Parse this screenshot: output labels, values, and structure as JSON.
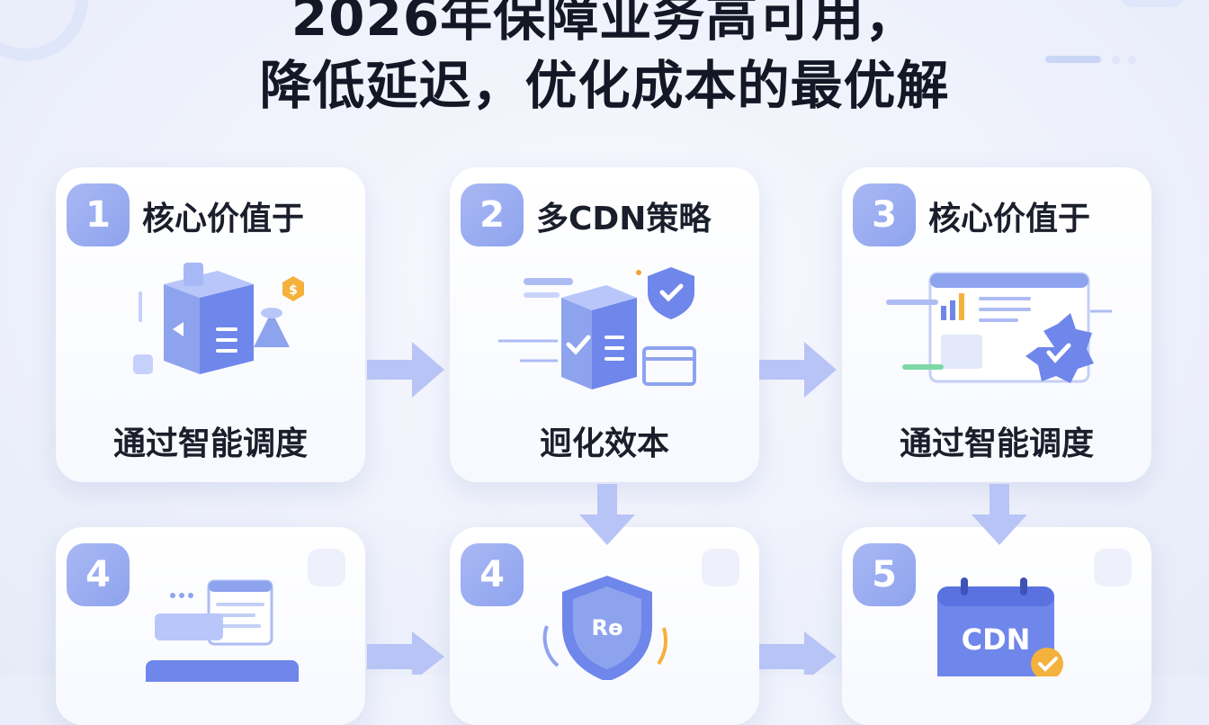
{
  "title": {
    "line1": "2026年保障业务高可用，",
    "line2": "降低延迟，优化成本的最优解"
  },
  "colors": {
    "badge": "#9aaaf0",
    "arrow": "#aebcf4",
    "primary_blue": "#6f86ea",
    "text_dark": "#1b1e2b"
  },
  "cards": [
    {
      "number": "1",
      "title": "核心价值于",
      "caption": "通过智能调度",
      "icon": "cube-coin-server-icon"
    },
    {
      "number": "2",
      "title": "多CDN策略",
      "caption": "迥化效本",
      "icon": "cube-shield-checklist-icon"
    },
    {
      "number": "3",
      "title": "核心价值于",
      "caption": "通过智能调度",
      "icon": "dashboard-shield-check-icon"
    },
    {
      "number": "4",
      "title": "",
      "caption": "",
      "icon": "stacked-windows-icon"
    },
    {
      "number": "4",
      "title": "",
      "caption": "",
      "icon": "shield-icon"
    },
    {
      "number": "5",
      "title": "",
      "caption": "",
      "icon": "cdn-calendar-icon"
    }
  ],
  "shield_text": "Rɵ",
  "calendar_text": "CDN"
}
